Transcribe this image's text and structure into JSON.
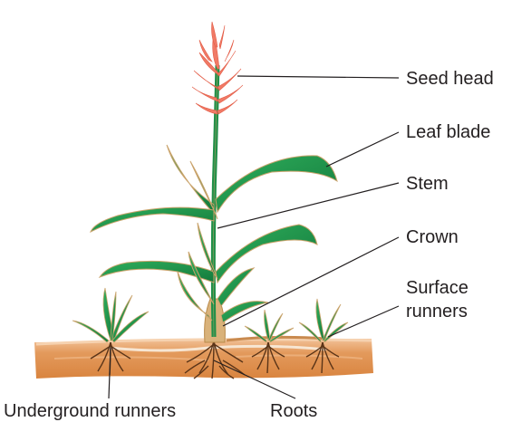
{
  "labels": {
    "seed_head": "Seed head",
    "leaf_blade": "Leaf blade",
    "stem": "Stem",
    "crown": "Crown",
    "surface_runners_line1": "Surface",
    "surface_runners_line2": "runners",
    "underground_runners": "Underground runners",
    "roots": "Roots"
  },
  "colors": {
    "leaf_green": "#1f9a4e",
    "leaf_dark": "#0f6b35",
    "leaf_edge": "#c9a36b",
    "seed_head": "#f07a66",
    "soil_top": "#f0b88a",
    "soil": "#e0904f",
    "soil_dark": "#c56a30",
    "roots": "#5a3418",
    "leader_line": "#231f20"
  }
}
